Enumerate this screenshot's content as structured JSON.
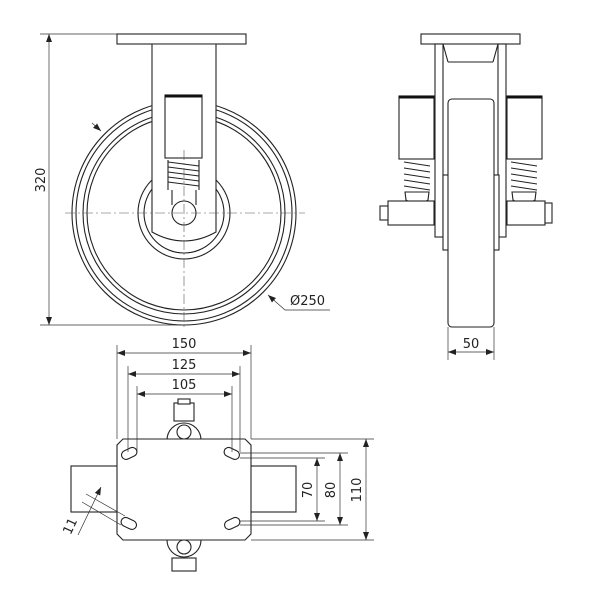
{
  "drawing": {
    "front_view": {
      "height_dim": "320",
      "diameter_dim": "Ø250"
    },
    "side_view": {
      "width_dim": "50"
    },
    "top_view": {
      "width_dims": [
        "150",
        "125",
        "105"
      ],
      "height_dims": [
        "70",
        "80",
        "110"
      ],
      "slot_dim": "11"
    }
  }
}
